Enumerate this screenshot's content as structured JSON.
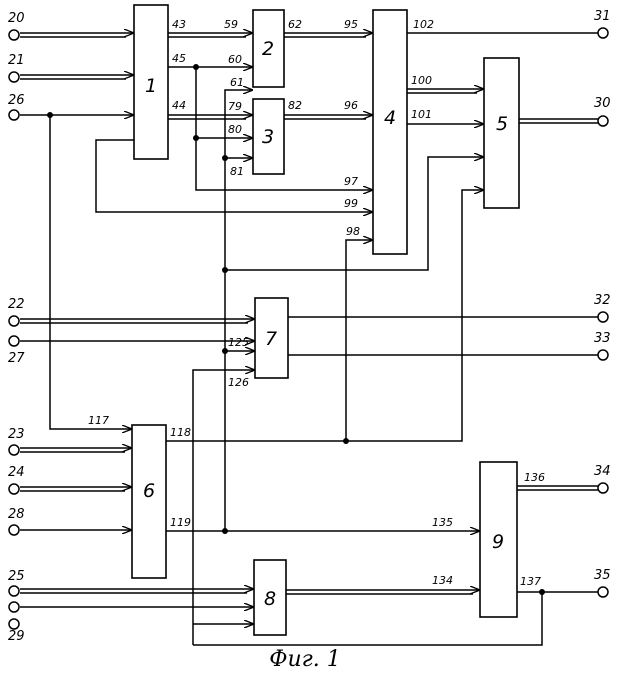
{
  "caption": "Фиг. 1",
  "blocks": {
    "b1": "1",
    "b2": "2",
    "b3": "3",
    "b4": "4",
    "b5": "5",
    "b6": "6",
    "b7": "7",
    "b8": "8",
    "b9": "9"
  },
  "terminals": {
    "t20": "20",
    "t21": "21",
    "t26": "26",
    "t22": "22",
    "t27": "27",
    "t23": "23",
    "t24": "24",
    "t28": "28",
    "t25": "25",
    "t29": "29",
    "t31": "31",
    "t30": "30",
    "t32": "32",
    "t33": "33",
    "t34": "34",
    "t35": "35"
  },
  "lines": {
    "l43": "43",
    "l45": "45",
    "l44": "44",
    "l59": "59",
    "l60": "60",
    "l61": "61",
    "l62": "62",
    "l79": "79",
    "l80": "80",
    "l81": "81",
    "l82": "82",
    "l95": "95",
    "l96": "96",
    "l97": "97",
    "l98": "98",
    "l99": "99",
    "l100": "100",
    "l101": "101",
    "l102": "102",
    "l117": "117",
    "l118": "118",
    "l119": "119",
    "l125": "125",
    "l126": "126",
    "l134": "134",
    "l135": "135",
    "l136": "136",
    "l137": "137"
  }
}
